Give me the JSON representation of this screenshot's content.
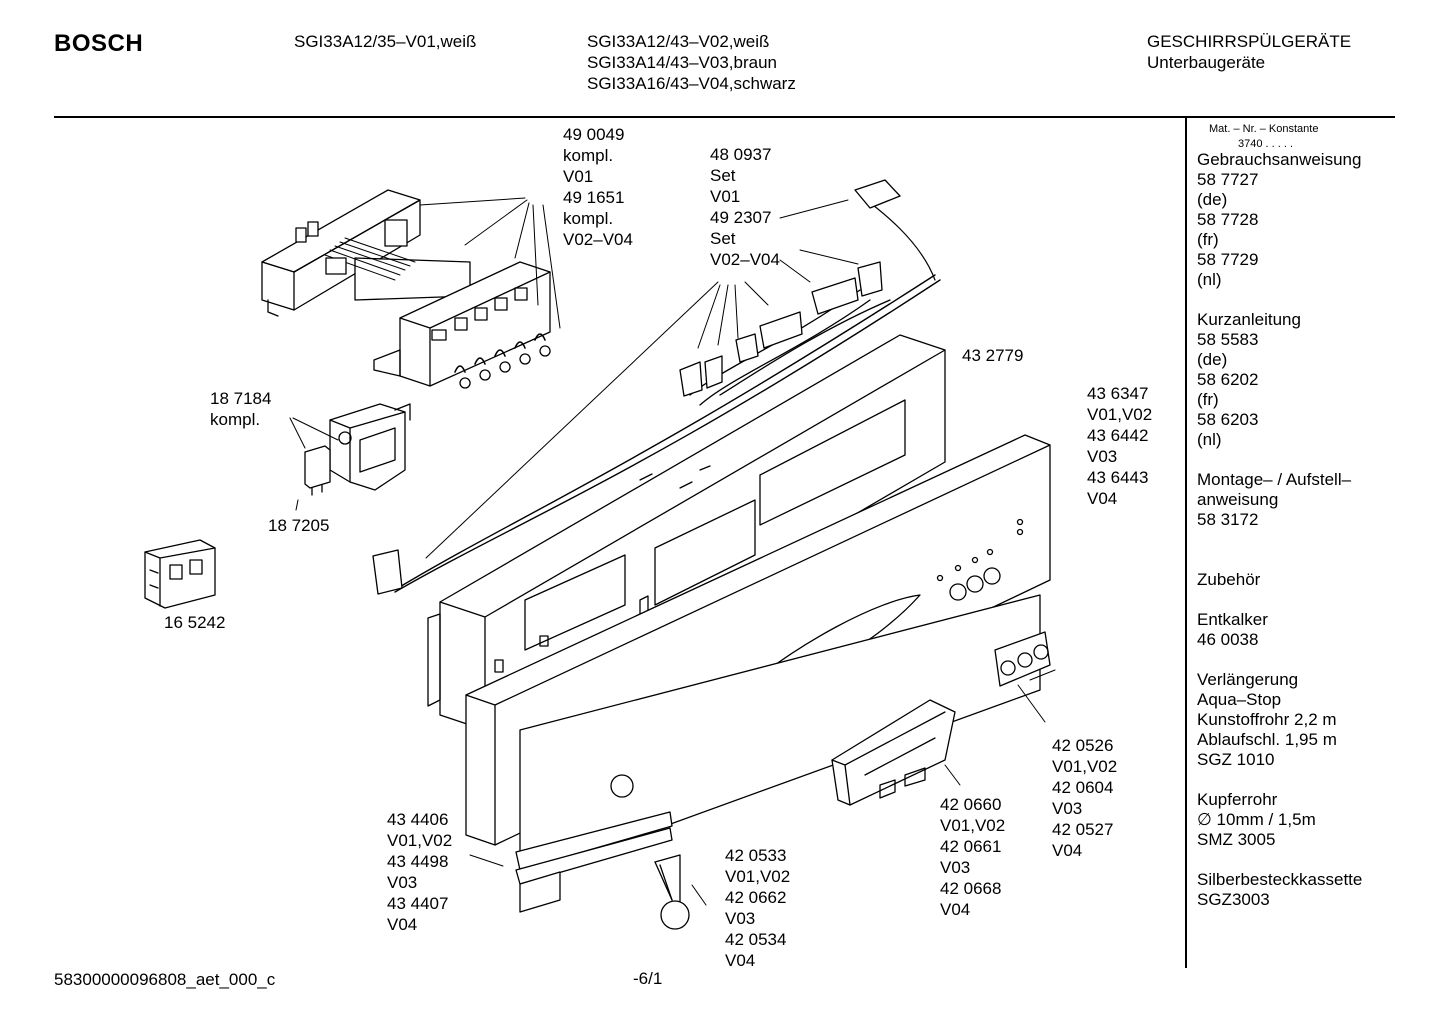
{
  "header": {
    "brand": "BOSCH",
    "model_col1": [
      "SGI33A12/35–V01,weiß"
    ],
    "model_col2": [
      "SGI33A12/43–V02,weiß",
      "SGI33A14/43–V03,braun",
      "SGI33A16/43–V04,schwarz"
    ],
    "category": [
      "GESCHIRRSPÜLGERÄTE",
      "Unterbaugeräte"
    ]
  },
  "sidebar": {
    "heading": "Mat. – Nr. – Konstante",
    "constant": "3740  .  .  .  .  .",
    "text": "Gebrauchsanweisung\n58 7727\n(de)\n58 7728\n(fr)\n58 7729\n(nl)\n\nKurzanleitung\n58 5583\n(de)\n58 6202\n(fr)\n58 6203\n(nl)\n\nMontage– / Aufstell–\nanweisung\n58 3172\n\n\nZubehör\n\nEntkalker\n46 0038\n\nVerlängerung\nAqua–Stop\nKunstoffrohr 2,2 m\nAblaufschl. 1,95 m\nSGZ 1010\n\nKupferrohr\n∅ 10mm / 1,5m\nSMZ 3005\n\nSilberbesteckkassette\nSGZ3003"
  },
  "labels": {
    "l490049": "49 0049\nkompl.\nV01\n49 1651\nkompl.\nV02–V04",
    "l480937": "48 0937\nSet\nV01\n49 2307\nSet\nV02–V04",
    "l432779": "43 2779",
    "l436347": "43 6347\nV01,V02\n43 6442\nV03\n43 6443\nV04",
    "l187184": "18 7184\nkompl.",
    "l187205": "18 7205",
    "l165242": "16 5242",
    "l434406": "43 4406\nV01,V02\n43 4498\nV03\n43 4407\nV04",
    "l420533": "42 0533\nV01,V02\n42 0662\nV03\n42 0534\nV04",
    "l420660": "42 0660\nV01,V02\n42 0661\nV03\n42 0668\nV04",
    "l420526": "42 0526\nV01,V02\n42 0604\nV03\n42 0527\nV04"
  },
  "footer": {
    "doc_id": "58300000096808_aet_000_c",
    "page": "-6/1"
  }
}
